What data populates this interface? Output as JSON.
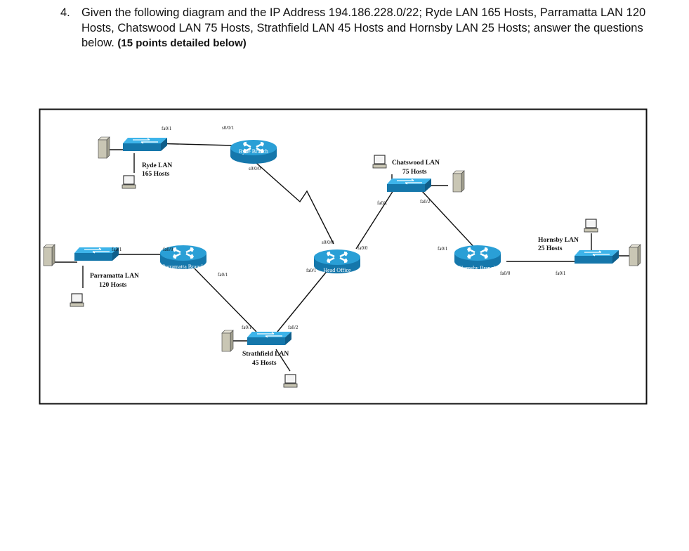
{
  "question": {
    "number": "4.",
    "text": "Given the following diagram and the IP Address 194.186.228.0/22; Ryde LAN 165 Hosts, Parramatta LAN 120 Hosts, Chatswood LAN 75 Hosts, Strathfield LAN 45 Hosts and Hornsby LAN 25 Hosts; answer the questions below.",
    "points": "(15 points detailed below)"
  },
  "diagram": {
    "routers": {
      "ryde": "Ryde Branch",
      "parramatta": "Parramatta Branch",
      "head": "Head Office",
      "hornsby": "Hornsby Branch"
    },
    "lans": {
      "ryde": {
        "name": "Ryde LAN",
        "hosts": "165 Hosts"
      },
      "parramatta": {
        "name": "Parramatta LAN",
        "hosts": "120 Hosts"
      },
      "chatswood": {
        "name": "Chatswood LAN",
        "hosts": "75 Hosts"
      },
      "strathfield": {
        "name": "Strathfield LAN",
        "hosts": "45 Hosts"
      },
      "hornsby": {
        "name": "Hornsby LAN",
        "hosts": "25 Hosts"
      }
    },
    "ports": {
      "ryde_sw_fa01": "fa0/1",
      "ryde_r_s001": "s0/0/1",
      "ryde_r_s000": "s0/0/0",
      "chats_sw_fa01": "fa0/1",
      "chats_sw_fa02": "fa0/2",
      "parra_sw_fa01": "fa0/1",
      "parra_r_fa00": "fa0/0",
      "parra_r_fa01": "fa0/1",
      "head_s000": "s0/0/0",
      "head_fa00": "fa0/0",
      "head_fa01": "fa0/1",
      "horn_r_fa01": "fa0/1",
      "horn_r_fa00": "fa0/0",
      "horn_sw_fa01": "fa0/1",
      "strath_sw_fa01": "fa0/1",
      "strath_sw_fa02": "fa0/2"
    }
  },
  "colors": {
    "device_blue": "#2a9fd6",
    "device_dark": "#1577ab",
    "pc_gray": "#c9c6b4",
    "line": "#111111"
  }
}
